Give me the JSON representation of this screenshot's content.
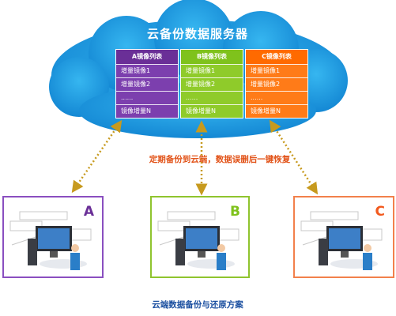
{
  "cloud": {
    "title": "云备份数据服务器"
  },
  "tables": [
    {
      "header": "A镜像列表",
      "rows": [
        "增量镜像1",
        "增量镜像2",
        "......",
        "镜像增量N"
      ]
    },
    {
      "header": "B镜像列表",
      "rows": [
        "增量镜像1",
        "增量镜像2",
        "......",
        "镜像增量N"
      ]
    },
    {
      "header": "C镜像列表",
      "rows": [
        "增量镜像1",
        "增量镜像2",
        "......",
        "镜像增量N"
      ]
    }
  ],
  "caption": "定期备份到云端，数据误删后一键恢复",
  "sites": [
    {
      "label": "A"
    },
    {
      "label": "B"
    },
    {
      "label": "C"
    }
  ],
  "footer": "云端数据备份与还原方案",
  "colors": {
    "cloud": "#1a9fe0",
    "table_a": "#7c3fae",
    "table_b": "#8fcb2a",
    "table_c": "#ff7b18",
    "arrows": "#c79a1e",
    "caption": "#e2541a",
    "footer": "#1b4fa0"
  }
}
